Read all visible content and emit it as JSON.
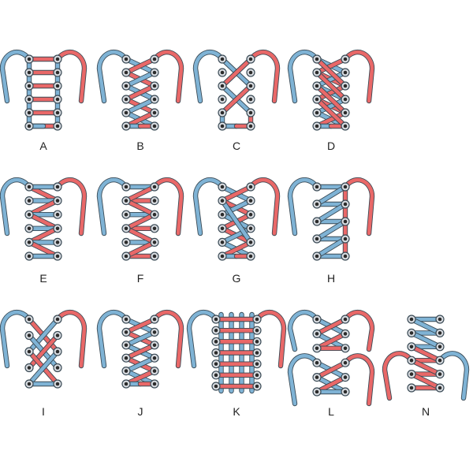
{
  "colors": {
    "lace_blue": "#7fb3d5",
    "lace_red": "#e96868",
    "lace_outline": "#3a4a55",
    "eyelet_fill": "#d9dde2",
    "eyelet_core": "#2b2b2b",
    "label_text": "#222222"
  },
  "methods": [
    {
      "label": "A",
      "style": "ladder",
      "eyelet_rows": 6
    },
    {
      "label": "B",
      "style": "criss-cross",
      "eyelet_rows": 6
    },
    {
      "label": "C",
      "style": "skip",
      "eyelet_rows": 6
    },
    {
      "label": "D",
      "style": "double-lace",
      "eyelet_rows": 6
    },
    {
      "label": "E",
      "style": "zigzag",
      "eyelet_rows": 6
    },
    {
      "label": "F",
      "style": "bar",
      "eyelet_rows": 6
    },
    {
      "label": "G",
      "style": "crossover",
      "eyelet_rows": 6
    },
    {
      "label": "H",
      "style": "straight-bar",
      "eyelet_rows": 5
    },
    {
      "label": "I",
      "style": "x-lock",
      "eyelet_rows": 5
    },
    {
      "label": "J",
      "style": "criss-cross",
      "eyelet_rows": 6
    },
    {
      "label": "K",
      "style": "checkerboard",
      "eyelet_rows": 7
    },
    {
      "label": "L",
      "style": "two-zone",
      "eyelet_rows": 6
    },
    {
      "label": "N",
      "style": "hidden-knot",
      "eyelet_rows": 6
    }
  ]
}
